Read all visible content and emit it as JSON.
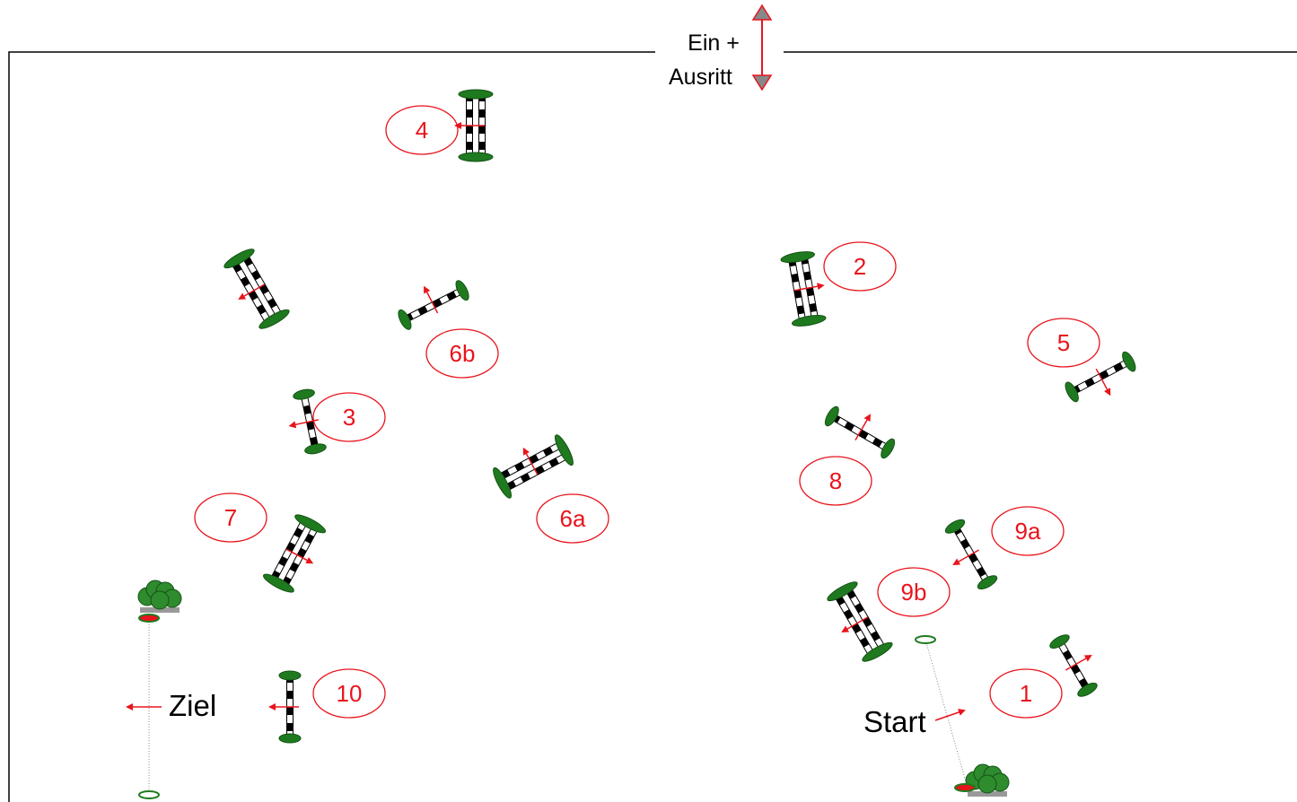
{
  "entrance": {
    "line1": "Ein +",
    "line2": "Ausritt"
  },
  "start_label": "Start",
  "finish_label": "Ziel",
  "jump_numbers": {
    "j1": "1",
    "j2": "2",
    "j3": "3",
    "j4": "4",
    "j5": "5",
    "j6a": "6a",
    "j6b": "6b",
    "j7": "7",
    "j8": "8",
    "j9a": "9a",
    "j9b": "9b",
    "j10": "10"
  },
  "colors": {
    "number": "#e8141c",
    "arrow": "#e8141c",
    "pole": "#000000",
    "standard": "#1f7a1f",
    "arena_line": "#000000"
  }
}
